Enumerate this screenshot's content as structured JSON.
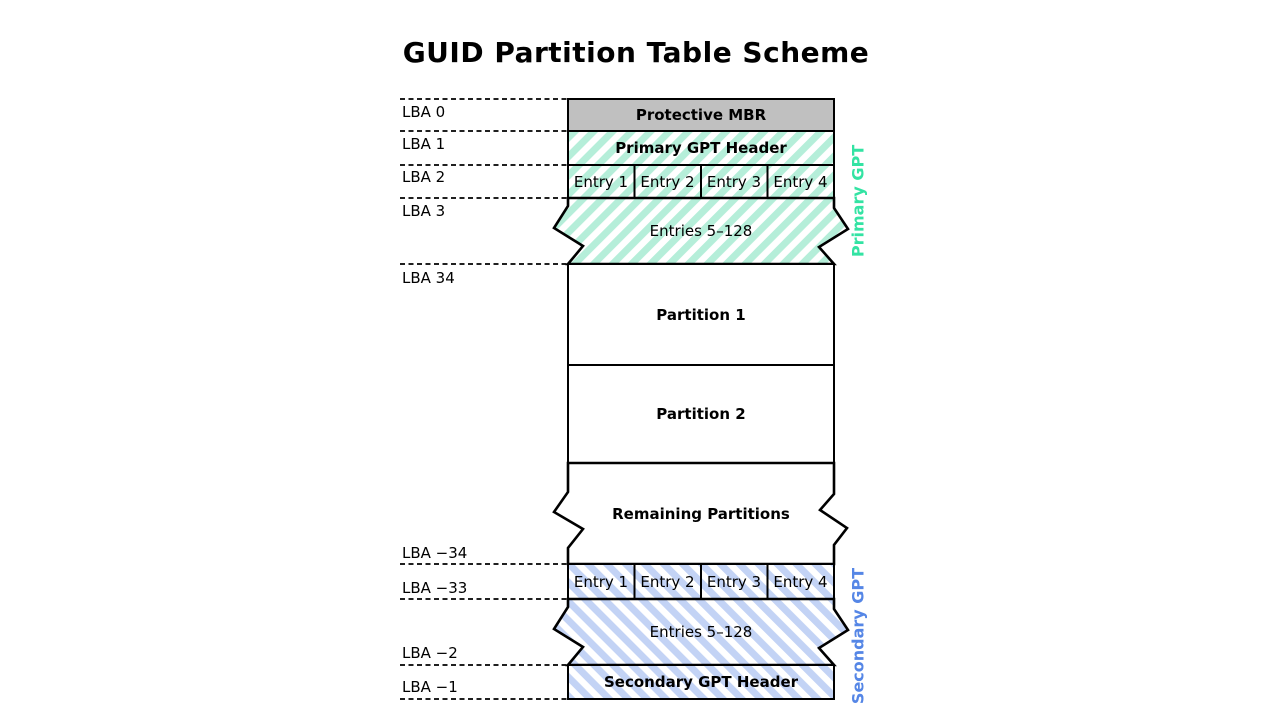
{
  "title": "GUID Partition Table Scheme",
  "lba_labels": [
    "LBA 0",
    "LBA 1",
    "LBA 2",
    "LBA 3",
    "LBA 34",
    "LBA −34",
    "LBA −33",
    "LBA −2",
    "LBA −1"
  ],
  "blocks": {
    "protective_mbr": "Protective MBR",
    "primary_gpt_header": "Primary GPT Header",
    "primary_entries": [
      "Entry 1",
      "Entry 2",
      "Entry 3",
      "Entry 4"
    ],
    "primary_entries_rest": "Entries 5–128",
    "partition_1": "Partition 1",
    "partition_2": "Partition 2",
    "remaining_partitions": "Remaining Partitions",
    "secondary_entries": [
      "Entry 1",
      "Entry 2",
      "Entry 3",
      "Entry 4"
    ],
    "secondary_entries_rest": "Entries 5–128",
    "secondary_gpt_header": "Secondary GPT Header"
  },
  "side_labels": {
    "primary": "Primary GPT",
    "secondary": "Secondary GPT"
  },
  "colors": {
    "mint_stripe": "#b5eed9",
    "blue_stripe": "#c3d3f5",
    "primary_label": "#33e3a3",
    "secondary_label": "#5586e6",
    "mbr_fill": "#c0c0c0"
  }
}
